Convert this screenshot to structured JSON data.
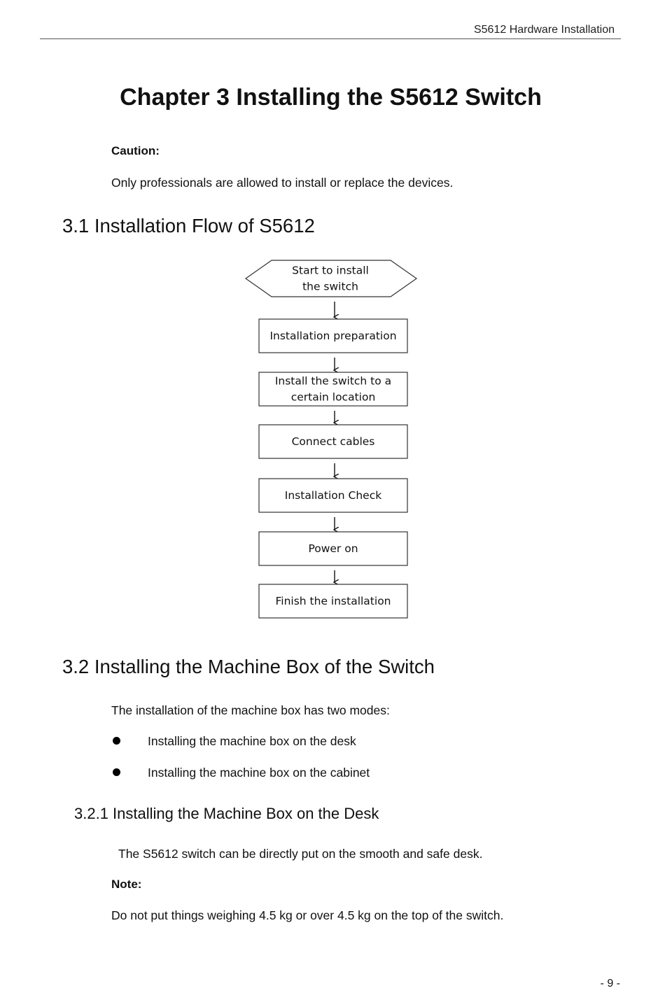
{
  "header": {
    "running_title": "S5612 Hardware Installation"
  },
  "chapter": {
    "title": "Chapter 3 Installing the S5612 Switch",
    "caution_label": "Caution:",
    "caution_text": "Only professionals are allowed to install or replace the devices."
  },
  "section_3_1": {
    "heading": "3.1 Installation Flow of S5612",
    "flowchart": {
      "start": [
        "Start to install",
        "the switch"
      ],
      "steps": [
        [
          "Installation preparation"
        ],
        [
          "Install the switch to a",
          "certain location"
        ],
        [
          "Connect cables"
        ],
        [
          "Installation Check"
        ],
        [
          "Power on"
        ],
        [
          "Finish the installation"
        ]
      ]
    }
  },
  "section_3_2": {
    "heading": "3.2 Installing the Machine Box of the Switch",
    "intro": "The installation of the machine box has two modes:",
    "bullets": [
      "Installing the machine box on the desk",
      "Installing the machine box on the cabinet"
    ]
  },
  "section_3_2_1": {
    "heading": "3.2.1 Installing the Machine Box on the Desk",
    "text": "The S5612 switch can be directly put on the smooth and safe desk.",
    "note_label": "Note:",
    "note_text": "Do not put things weighing 4.5 kg or over 4.5 kg on the top of the switch."
  },
  "footer": {
    "page_number": "- 9 -"
  }
}
